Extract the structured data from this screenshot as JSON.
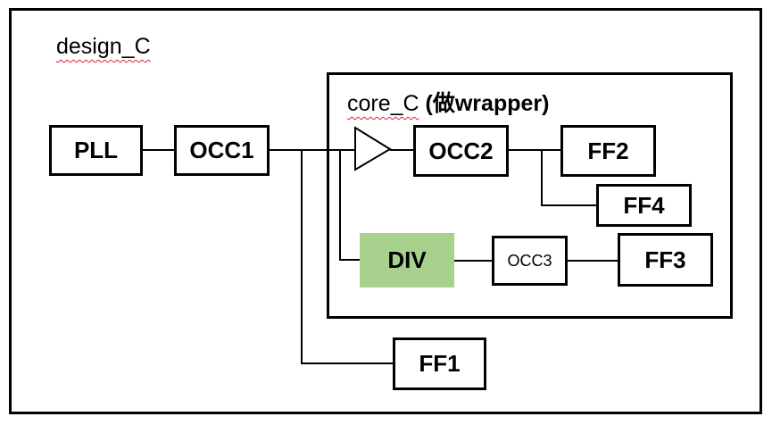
{
  "diagram": {
    "design_label": "design_C",
    "core_label_main": "core_C",
    "core_label_note": " (做wrapper)",
    "blocks": {
      "pll": "PLL",
      "occ1": "OCC1",
      "occ2": "OCC2",
      "occ3": "OCC3",
      "div": "DIV",
      "ff1": "FF1",
      "ff2": "FF2",
      "ff3": "FF3",
      "ff4": "FF4"
    },
    "colors": {
      "div_fill": "#a9d18e",
      "line": "#000000",
      "spellcheck_underline": "#dd2233"
    }
  }
}
